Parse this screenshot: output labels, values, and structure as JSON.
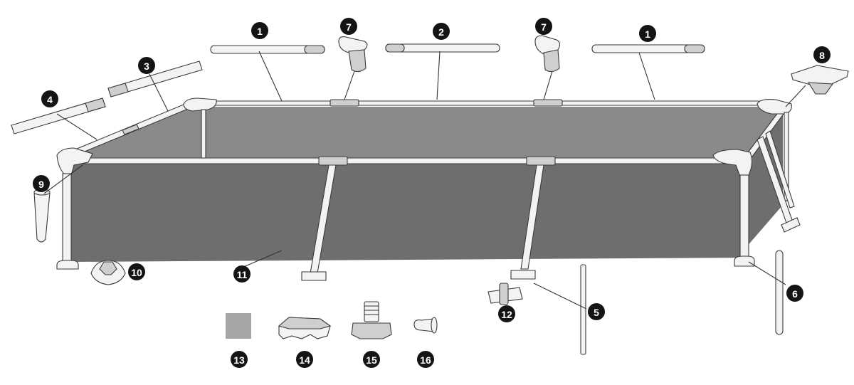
{
  "diagram": {
    "callouts": [
      {
        "id": "callout-1-left",
        "label": "1"
      },
      {
        "id": "callout-1-right",
        "label": "1"
      },
      {
        "id": "callout-2",
        "label": "2"
      },
      {
        "id": "callout-3",
        "label": "3"
      },
      {
        "id": "callout-4",
        "label": "4"
      },
      {
        "id": "callout-5",
        "label": "5"
      },
      {
        "id": "callout-6",
        "label": "6"
      },
      {
        "id": "callout-7-left",
        "label": "7"
      },
      {
        "id": "callout-7-right",
        "label": "7"
      },
      {
        "id": "callout-8",
        "label": "8"
      },
      {
        "id": "callout-9",
        "label": "9"
      },
      {
        "id": "callout-10",
        "label": "10"
      },
      {
        "id": "callout-11",
        "label": "11"
      },
      {
        "id": "callout-12",
        "label": "12"
      },
      {
        "id": "callout-13",
        "label": "13"
      },
      {
        "id": "callout-14",
        "label": "14"
      },
      {
        "id": "callout-15",
        "label": "15"
      },
      {
        "id": "callout-16",
        "label": "16"
      }
    ],
    "colors": {
      "badge": "#141414",
      "pool_wall": "#6e6e70",
      "pool_floor": "#8a8a8c",
      "part_fill": "#f3f3f3",
      "line": "#333333",
      "patch": "#a6a6a6"
    }
  }
}
